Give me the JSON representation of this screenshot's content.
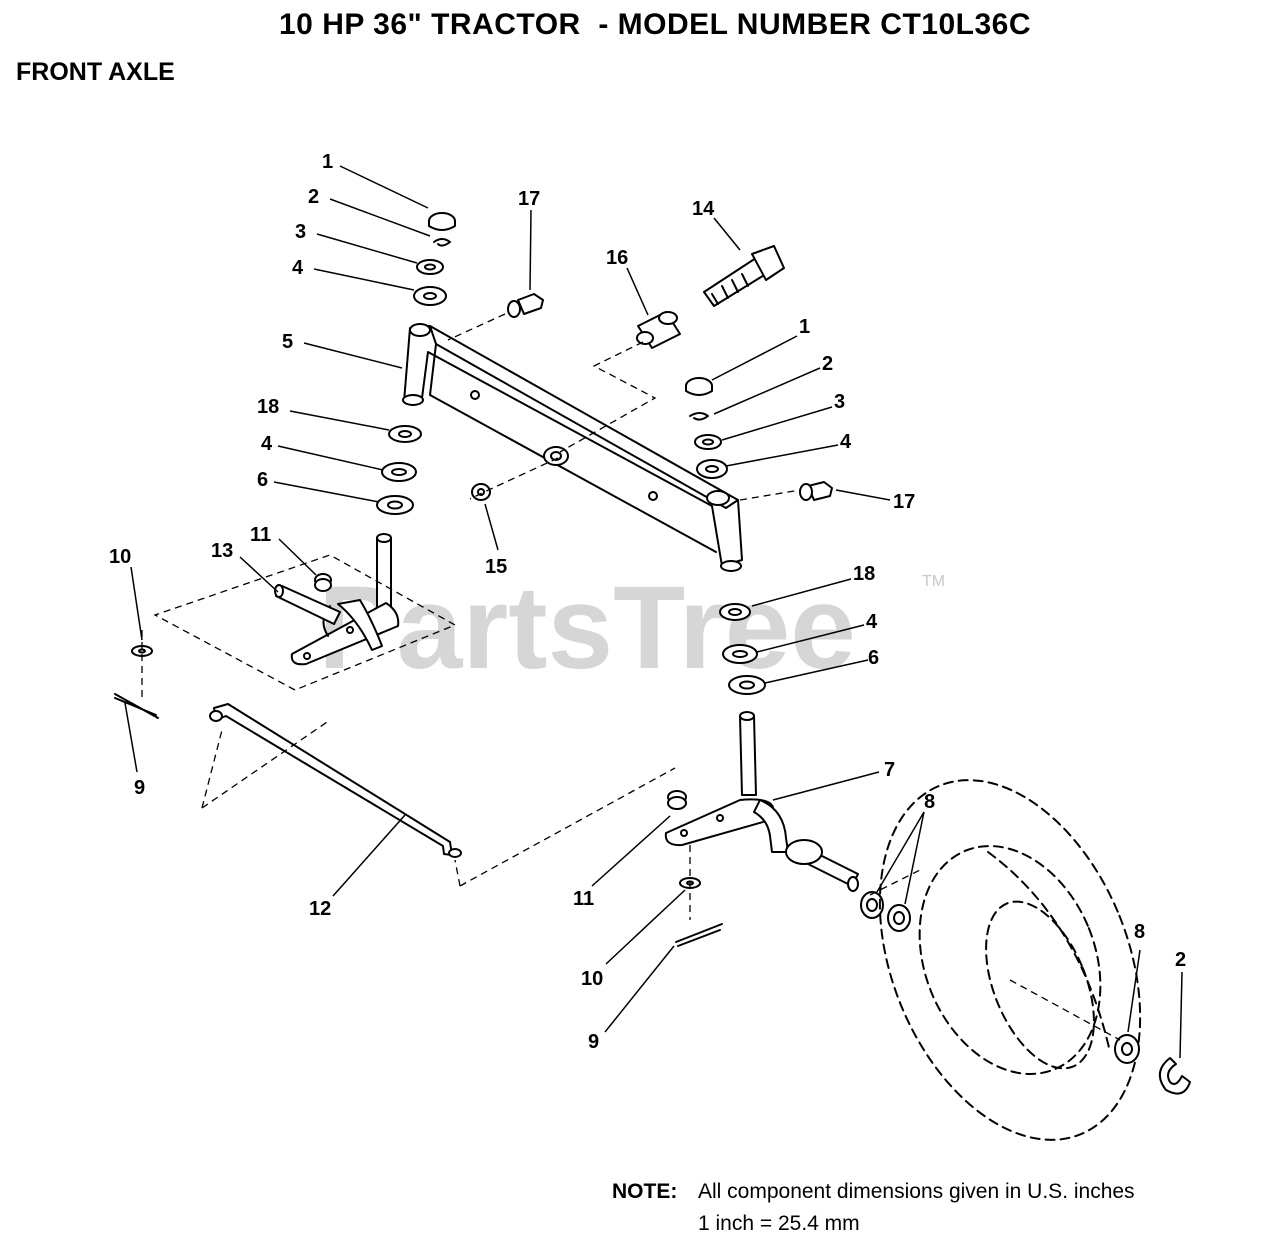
{
  "header": {
    "title": "10 HP 36\" TRACTOR  - MODEL NUMBER CT10L36C",
    "section": "FRONT AXLE"
  },
  "watermark": {
    "text": "PartsTree",
    "trademark": "TM"
  },
  "callouts": {
    "c1a": "1",
    "c2a": "2",
    "c3a": "3",
    "c4a": "4",
    "c5": "5",
    "c18a": "18",
    "c4b": "4",
    "c6a": "6",
    "c10a": "10",
    "c13": "13",
    "c11a": "11",
    "c9a": "9",
    "c17a": "17",
    "c16": "16",
    "c14": "14",
    "c1b": "1",
    "c2b": "2",
    "c3b": "3",
    "c4c": "4",
    "c17b": "17",
    "c15": "15",
    "c18b": "18",
    "c4d": "4",
    "c6b": "6",
    "c7": "7",
    "c8a": "8",
    "c8b": "8",
    "c2c": "2",
    "c12": "12",
    "c11b": "11",
    "c10b": "10",
    "c9b": "9"
  },
  "note": {
    "label": "NOTE:",
    "line1": "All component dimensions given in U.S. inches",
    "line2": "1 inch = 25.4 mm"
  }
}
